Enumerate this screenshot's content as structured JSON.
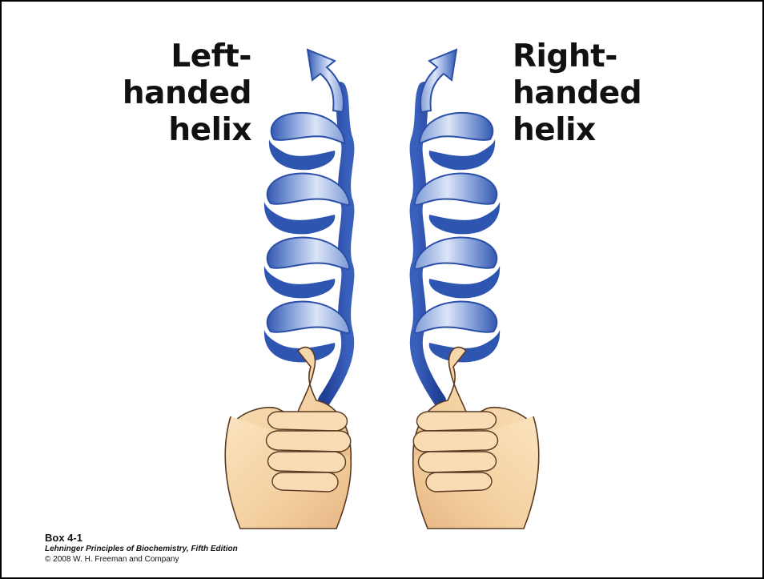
{
  "titles": {
    "left_line1": "Left-handed",
    "left_line2": "helix",
    "right_line1": "Right-handed",
    "right_line2": "helix"
  },
  "caption": {
    "box": "Box 4-1",
    "book": "Lehninger Principles of Biochemistry, Fifth Edition",
    "copyright": "© 2008 W. H. Freeman and Company"
  },
  "colors": {
    "ribbon_dark": "#2f56b0",
    "ribbon_light": "#dbe4f6",
    "skin": "#f6d5a8",
    "skin_shadow": "#d9a878",
    "outline": "#4a2f1c"
  },
  "icons": {
    "left": "left-handed-helix-hand-icon",
    "right": "right-handed-helix-hand-icon"
  }
}
